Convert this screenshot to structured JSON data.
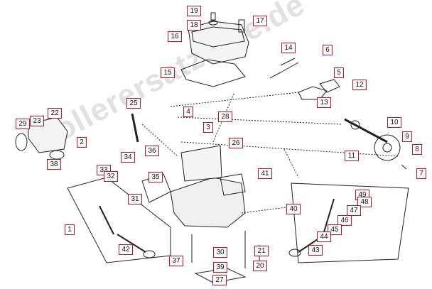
{
  "watermark_text": "Rollerersatzteile.de",
  "callouts": [
    "1",
    "2",
    "4",
    "5",
    "6",
    "7",
    "8",
    "9",
    "10",
    "11",
    "12",
    "13",
    "14",
    "15",
    "16",
    "17",
    "18",
    "19",
    "20",
    "21",
    "22",
    "23",
    "25",
    "26",
    "27",
    "28",
    "29",
    "30",
    "31",
    "32",
    "33",
    "34",
    "35",
    "36",
    "37",
    "38",
    "39",
    "40",
    "41",
    "42",
    "43",
    "44",
    "45",
    "46",
    "47",
    "48",
    "49"
  ],
  "colors": {
    "callout_border": "#c0141e",
    "line_art": "#222222",
    "watermark": "#9a9a9a"
  }
}
